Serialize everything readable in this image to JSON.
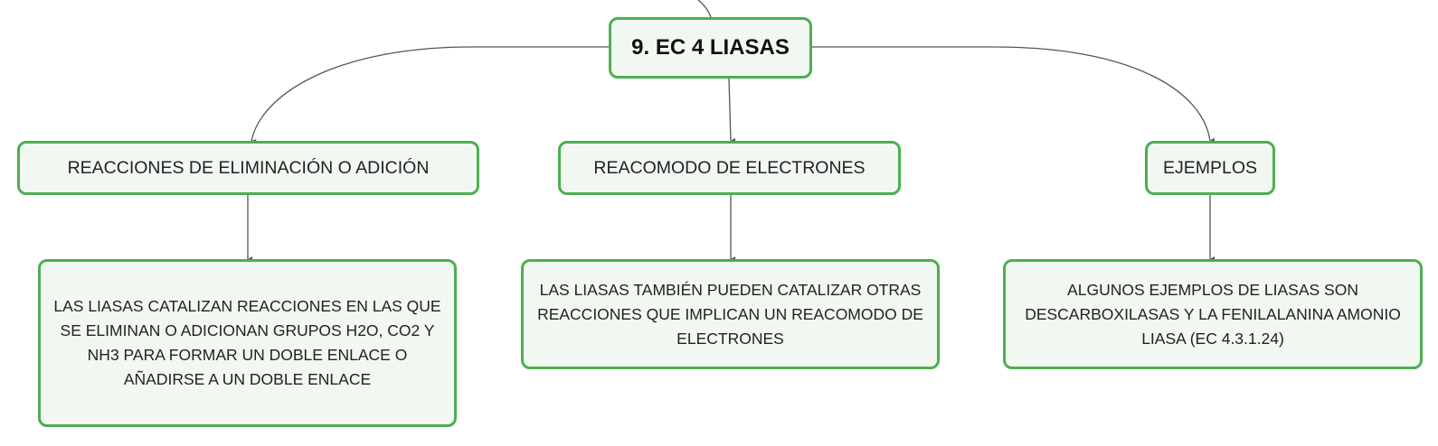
{
  "diagram": {
    "root": {
      "label": "9. EC 4 LIASAS"
    },
    "branches": [
      {
        "label": "REACCIONES DE ELIMINACIÓN O ADICIÓN",
        "detail": "LAS LIASAS CATALIZAN REACCIONES EN LAS QUE SE ELIMINAN O ADICIONAN GRUPOS H2O, CO2 Y NH3 PARA FORMAR UN DOBLE ENLACE O AÑADIRSE A UN DOBLE ENLACE"
      },
      {
        "label": "REACOMODO DE ELECTRONES",
        "detail": "LAS LIASAS TAMBIÉN PUEDEN CATALIZAR OTRAS REACCIONES QUE IMPLICAN UN REACOMODO DE ELECTRONES"
      },
      {
        "label": "EJEMPLOS",
        "detail": "ALGUNOS EJEMPLOS DE LIASAS SON DESCARBOXILASAS Y LA FENILALANINA AMONIO LIASA (EC 4.3.1.24)"
      }
    ],
    "colors": {
      "node_border": "#4caf50",
      "node_fill": "#f1f8f2",
      "connector": "#555555"
    }
  }
}
